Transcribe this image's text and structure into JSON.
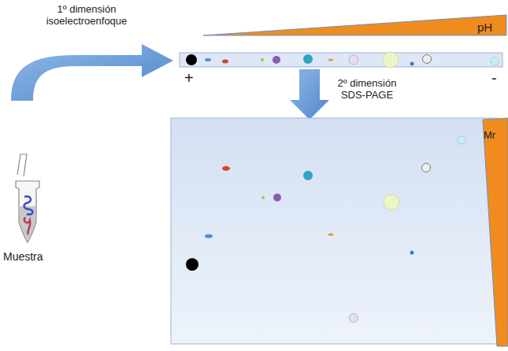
{
  "diagram": {
    "labels": [
      "1º dimensión isoelectroenfoque",
      "pH",
      "+",
      "-",
      "2º dimensión SDS-PAGE",
      "Mr",
      "Muestra"
    ]
  }
}
